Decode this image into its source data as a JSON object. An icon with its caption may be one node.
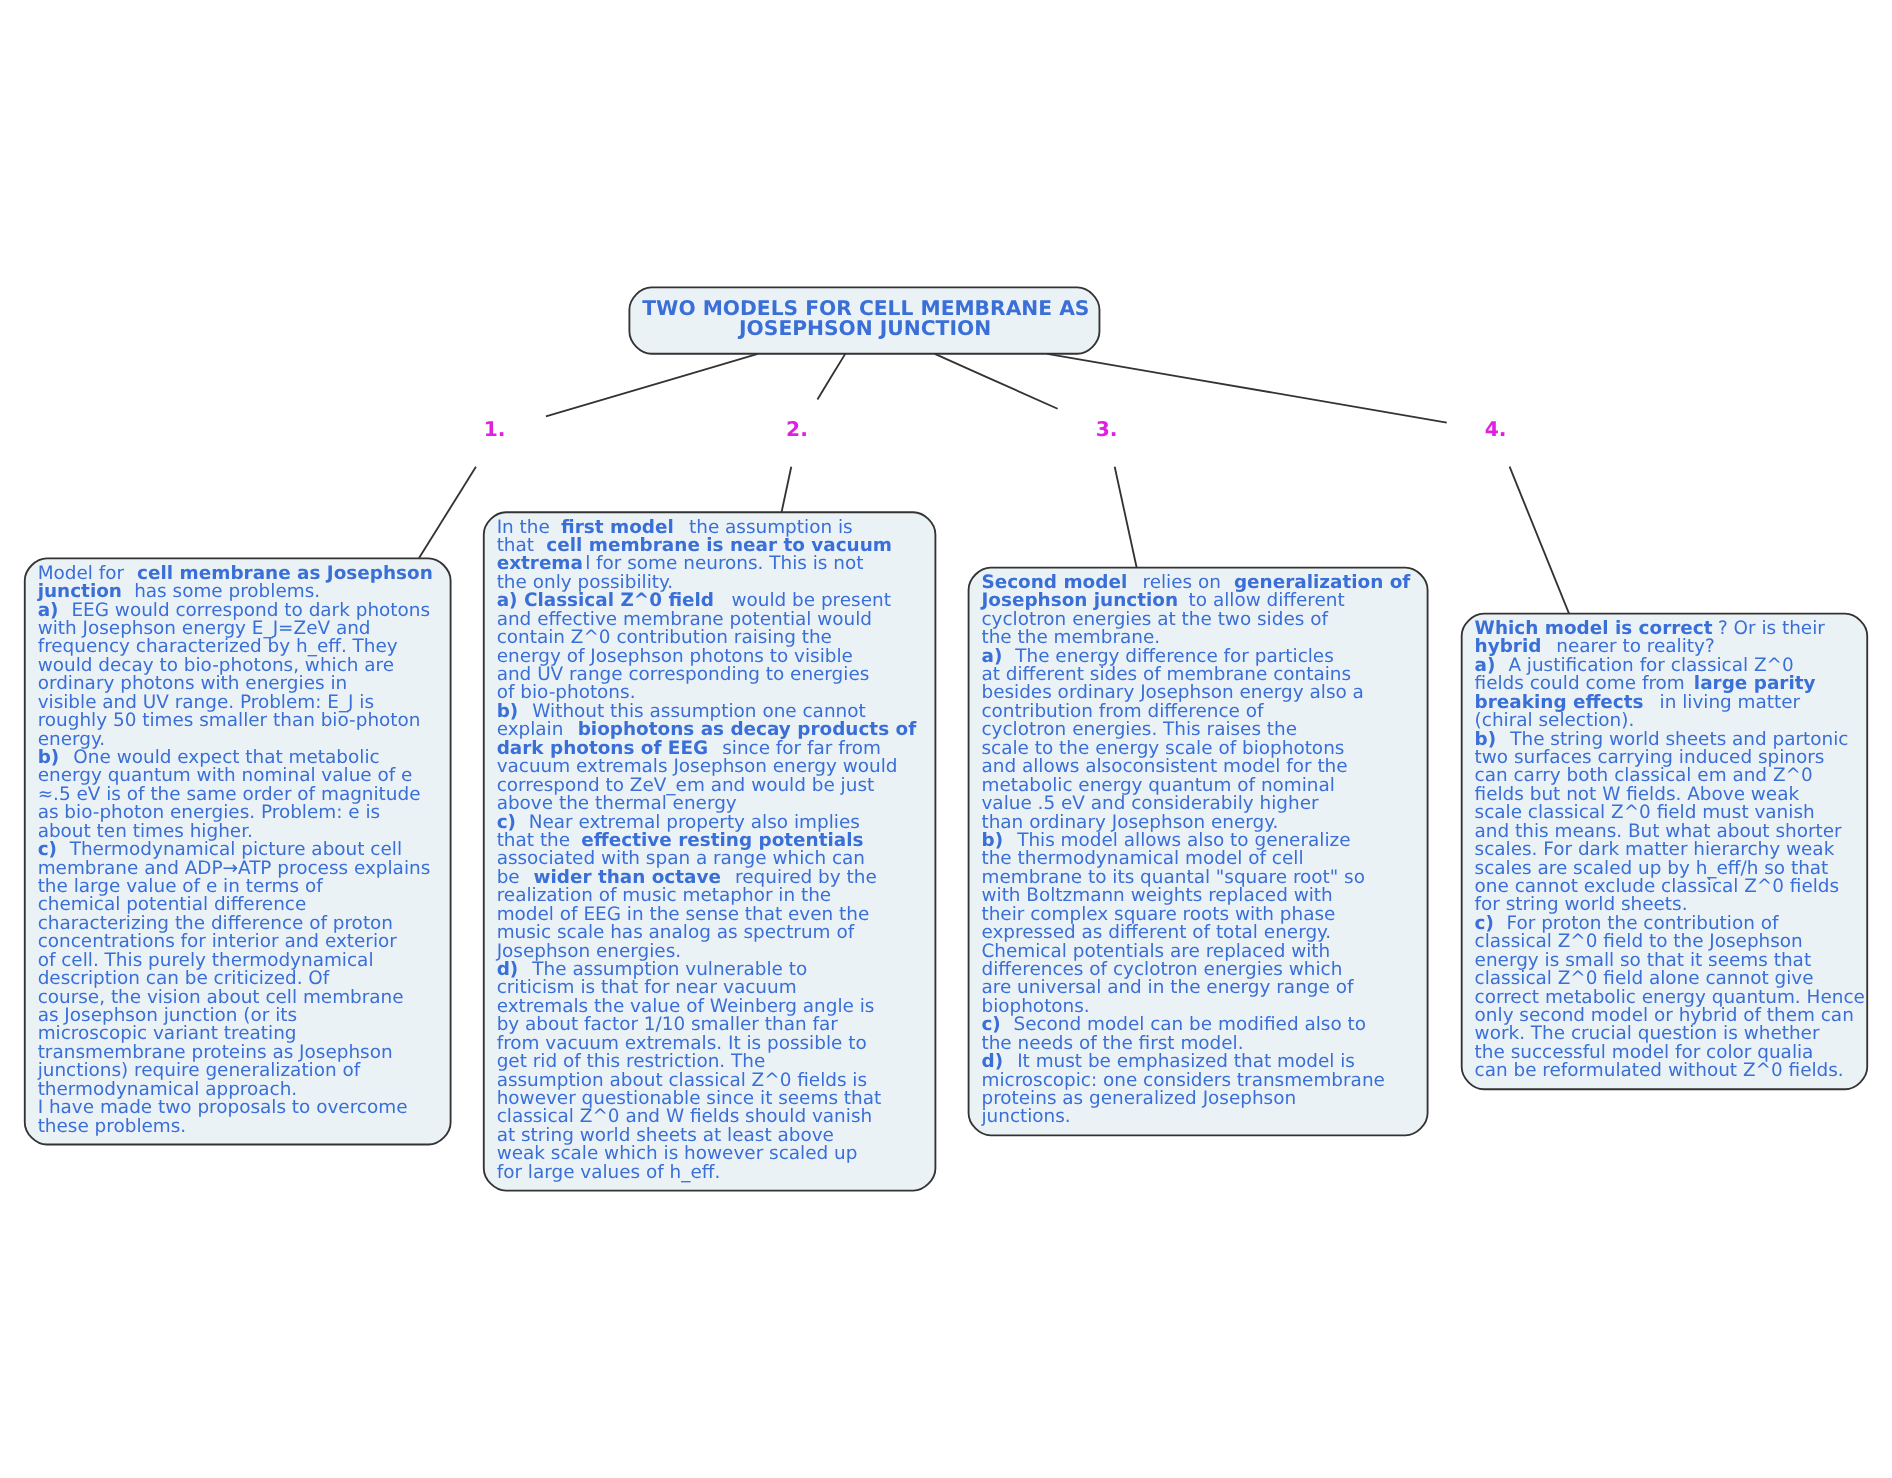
{
  "diagram": {
    "nodes": [
      {
        "text": [
          "TWO MODELS FOR CELL MEMBRANE AS JOSEPHSON JUNCTION"
        ]
      },
      {
        "text": [
          "1."
        ]
      },
      {
        "text": [
          "2."
        ]
      },
      {
        "text": [
          "3."
        ]
      },
      {
        "text": [
          "4."
        ]
      },
      {
        "text": [
          "Model for **cell membrane as Josephson junction** has some problems.",
          "**a)** EEG would correspond to dark photons with Josephson energy E_J=ZeV and frequency characterized by h_eff. They would decay to bio-photons, which are ordinary photons with energies in visible and UV range. Problem: E_J is roughly 50 times smaller than bio-photon energy.",
          "**b)** One would expect that metabolic energy quantum with nominal value of e ≈.5 eV is of the same order of magnitude as bio-photon energies. Problem: e is about ten times higher.",
          "**c)** Thermodynamical picture about cell membrane and ADP→ATP process explains the large value of e in terms of chemical potential difference characterizing the difference of proton concentrations for interior and exterior of cell. This purely thermodynamical description can be criticized. Of course, the vision about cell membrane as Josephson junction (or its microscopic variant treating transmembrane proteins as Josephson junctions) require generalization of thermodynamical approach.",
          "I have made two proposals to overcome these problems."
        ]
      },
      {
        "text": [
          "In the **first model** the assumption is that **cell membrane is near to vacuum extrema**l for some neurons. This is not the only possibility.",
          "**a) Classical Z^0 field** would be present and effective membrane potential would contain Z^0 contribution raising the energy of Josephson photons to visible and UV range corresponding to energies of bio-photons.",
          "**b)** Without this assumption one cannot explain **biophotons as decay products of dark photons of EEG** since for far from vacuum extremals Josephson energy would correspond to ZeV_em and would be just above the thermal energy",
          "**c)** Near extremal property also implies that the **effective resting potentials** associated with span a range which can be **wider than octave** required by the realization of music metaphor in the model of EEG in the sense that even the music scale has analog as spectrum of Josephson energies.",
          "**d)** The assumption vulnerable to criticism is that for near vacuum extremals the value of Weinberg angle is by about factor 1/10 smaller than far from vacuum extremals. It is possible to get rid of this restriction. The assumption about classical Z^0 fields is however questionable since it seems that classical Z^0 and W fields should vanish at string world sheets at least above weak scale which is however scaled up for large values of h_eff."
        ]
      },
      {
        "text": [
          "**Second model** relies on **generalization of Josephson junction** to allow different cyclotron energies at the two sides of the the membrane.",
          "**a)** The energy difference for particles at different sides of membrane contains besides ordinary Josephson energy also a contribution from difference of cyclotron energies. This raises the scale to the energy scale of biophotons and allows alsoconsistent model for the metabolic energy quantum of nominal value .5 eV and considerabily higher than ordinary Josephson energy.",
          "**b)** This model allows also to generalize the thermodynamical model of cell membrane to its quantal \"square root\" so with Boltzmann weights replaced with their complex square roots with phase expressed as different of total energy. Chemical potentials are replaced with differences of cyclotron energies which are universal and in the energy range of biophotons.",
          "**c)** Second model can be modified also to the needs of the first model.",
          "**d)** It must be emphasized that model is microscopic: one considers transmembrane proteins as generalized Josephson junctions."
        ]
      },
      {
        "text": [
          "**Which model is correct**? Or is their **hybrid** nearer to reality?",
          "**a)** A justification for classical Z^0 fields could come from **large parity breaking effects** in living matter (chiral selection).",
          "**b)** The string world sheets and partonic two surfaces carrying induced spinors can carry both classical em and Z^0 fields but not W fields. Above weak scale classical Z^0 field must vanish and this means. But what about shorter scales. For dark matter hierarchy weak scales are scaled up by h_eff/h so that one cannot exclude classical Z^0 fields for string world sheets.",
          "**c)** For proton the contribution of classical Z^0 field to the Josephson energy is small so that it seems that classical Z^0 field alone cannot give correct metabolic energy quantum. Hence only second model or hybrid of them can work. The crucial question is whether the successful model for color qualia can be reformulated without Z^0 fields."
        ]
      }
    ],
    "edges": [
      {
        "from": 0,
        "to": 1,
        "arrow": "none"
      },
      {
        "from": 1,
        "to": 5,
        "arrow": "none"
      },
      {
        "from": 0,
        "to": 2,
        "arrow": "none"
      },
      {
        "from": 2,
        "to": 6,
        "arrow": "none"
      },
      {
        "from": 0,
        "to": 3,
        "arrow": "none"
      },
      {
        "from": 3,
        "to": 7,
        "arrow": "none"
      },
      {
        "from": 0,
        "to": 4,
        "arrow": "none"
      },
      {
        "from": 4,
        "to": 8,
        "arrow": "none"
      }
    ]
  }
}
